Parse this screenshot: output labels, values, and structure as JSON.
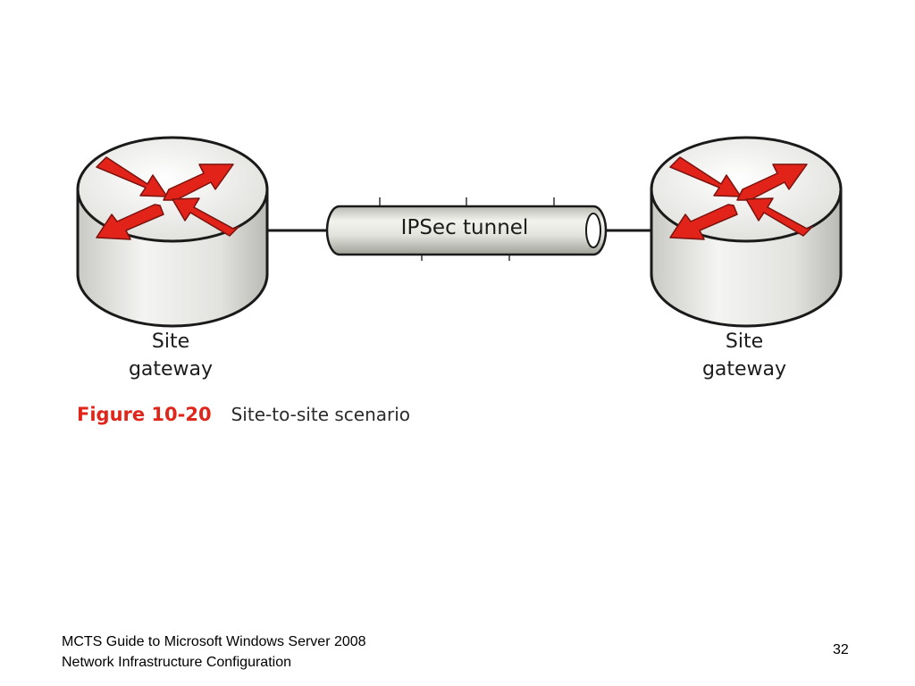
{
  "diagram": {
    "tunnel_label": "IPSec tunnel",
    "left_gateway": {
      "line1": "Site",
      "line2": "gateway"
    },
    "right_gateway": {
      "line1": "Site",
      "line2": "gateway"
    },
    "caption": {
      "figure": "Figure 10-20",
      "text": "Site-to-site scenario"
    },
    "colors": {
      "arrow": "#e2231a",
      "caption_figure": "#e0261b",
      "router_body": "#e2e2df",
      "tunnel": "#dcddd6"
    },
    "icons": {
      "router": "router-icon",
      "tunnel": "tunnel-pipe-icon"
    }
  },
  "footer": {
    "title_line1": "MCTS Guide to Microsoft Windows Server 2008",
    "title_line2": "Network Infrastructure Configuration",
    "page_number": "32"
  }
}
